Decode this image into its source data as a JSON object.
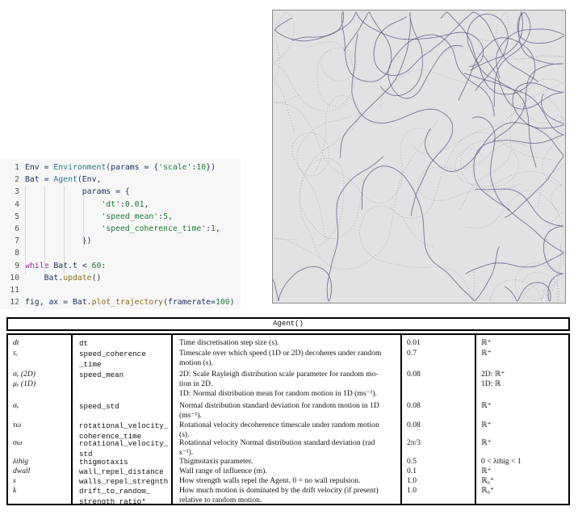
{
  "code": {
    "lines": [
      {
        "n": "1",
        "parts": [
          [
            "tx",
            "Env = "
          ],
          [
            "fn",
            "Environment"
          ],
          [
            "tx",
            "(params = {"
          ],
          [
            "st",
            "'scale'"
          ],
          [
            "tx",
            ":"
          ],
          [
            "nu",
            "10"
          ],
          [
            "tx",
            "})"
          ]
        ]
      },
      {
        "n": "2",
        "parts": [
          [
            "tx",
            "Bat = "
          ],
          [
            "fn",
            "Agent"
          ],
          [
            "tx",
            "(Env,"
          ]
        ]
      },
      {
        "n": "3",
        "parts": [
          [
            "tx",
            "            params = {"
          ]
        ]
      },
      {
        "n": "4",
        "parts": [
          [
            "tx",
            "                "
          ],
          [
            "st",
            "'dt'"
          ],
          [
            "tx",
            ":"
          ],
          [
            "nu",
            "0.01"
          ],
          [
            "tx",
            ","
          ]
        ]
      },
      {
        "n": "5",
        "parts": [
          [
            "tx",
            "                "
          ],
          [
            "st",
            "'speed_mean'"
          ],
          [
            "tx",
            ":"
          ],
          [
            "nu",
            "5"
          ],
          [
            "tx",
            ","
          ]
        ]
      },
      {
        "n": "6",
        "parts": [
          [
            "tx",
            "                "
          ],
          [
            "st",
            "'speed_coherence_time'"
          ],
          [
            "tx",
            ":"
          ],
          [
            "nu",
            "1"
          ],
          [
            "tx",
            ","
          ]
        ]
      },
      {
        "n": "7",
        "parts": [
          [
            "tx",
            "            })"
          ]
        ]
      },
      {
        "n": "8",
        "parts": []
      },
      {
        "n": "9",
        "parts": [
          [
            "kw",
            "while"
          ],
          [
            "tx",
            " Bat.t < "
          ],
          [
            "nu",
            "60"
          ],
          [
            "tx",
            ":"
          ]
        ]
      },
      {
        "n": "10",
        "parts": [
          [
            "tx",
            "    Bat."
          ],
          [
            "me",
            "update"
          ],
          [
            "tx",
            "()"
          ]
        ]
      },
      {
        "n": "11",
        "parts": []
      },
      {
        "n": "12",
        "parts": [
          [
            "tx",
            "fig, ax = Bat."
          ],
          [
            "me",
            "plot_trajectory"
          ],
          [
            "tx",
            "(framerate="
          ],
          [
            "nu",
            "100"
          ],
          [
            "tx",
            ")"
          ]
        ]
      }
    ]
  },
  "table": {
    "title": "Agent()",
    "rows": [
      {
        "symbol": "dt",
        "param": [
          "dt"
        ],
        "desc": [
          "Time discretisation step size (s)."
        ],
        "default": "0.01",
        "range": [
          "ℝ⁺"
        ]
      },
      {
        "symbol": "τᵥ",
        "param": [
          "speed_coherence",
          "_time"
        ],
        "desc": [
          "Timescale over which speed (1D or 2D) decoheres under random",
          "motion (s)."
        ],
        "default": "0.7",
        "range": [
          "ℝ⁺"
        ]
      },
      {
        "symbol": "σᵥ (2D)",
        "symbol2": "μᵥ (1D)",
        "param": [
          "speed_mean"
        ],
        "desc": [
          "2D: Scale Rayleigh distribution scale parameter for random mo-",
          "tion in 2D.",
          "1D: Normal distribution mean for random motion in 1D (ms⁻¹)."
        ],
        "default": "0.08",
        "range": [
          "2D: ℝ⁺",
          "1D: ℝ"
        ]
      },
      {
        "symbol": "σᵥ",
        "param": [
          "speed_std"
        ],
        "desc": [
          "Normal distribution standard deviation for random motion in 1D",
          "(ms⁻¹)."
        ],
        "default": "0.08",
        "range": [
          "ℝ⁺"
        ]
      },
      {
        "symbol": "τω",
        "param": [
          "rotational_velocity_",
          "coherence_time"
        ],
        "desc": [
          "Rotational velocity decoherence timescale under random motion",
          "(s)."
        ],
        "default": "0.08",
        "range": [
          "ℝ⁺"
        ]
      },
      {
        "symbol": "σω",
        "param": [
          "rotational_velocity_",
          "std"
        ],
        "desc": [
          "Rotational velocity Normal distribution standard deviation (rad",
          "s⁻¹)."
        ],
        "default": "2π/3",
        "range": [
          "ℝ⁺"
        ]
      },
      {
        "symbol": "λthig",
        "param": [
          "thigmotaxis"
        ],
        "desc": [
          "Thigmotaxis parameter."
        ],
        "default": "0.5",
        "range": [
          "0 < λthig < 1"
        ]
      },
      {
        "symbol": "dwall",
        "param": [
          "wall_repel_distance"
        ],
        "desc": [
          "Wall range of influence (m)."
        ],
        "default": "0.1",
        "range": [
          "ℝ⁺"
        ]
      },
      {
        "symbol": "s",
        "param": [
          "walls_repel_stregnth"
        ],
        "desc": [
          "How strength walls repel the Agent. 0 = no wall repulsion."
        ],
        "default": "1.0",
        "range": [
          "ℝ₀⁺"
        ]
      },
      {
        "symbol": "k",
        "param": [
          "drift_to_random_",
          "strength_ratio*"
        ],
        "desc": [
          "How much motion is dominated by the drift velocity (if present)",
          "relative to random motion."
        ],
        "default": "1.0",
        "range": [
          "ℝ₀⁺"
        ]
      }
    ]
  }
}
